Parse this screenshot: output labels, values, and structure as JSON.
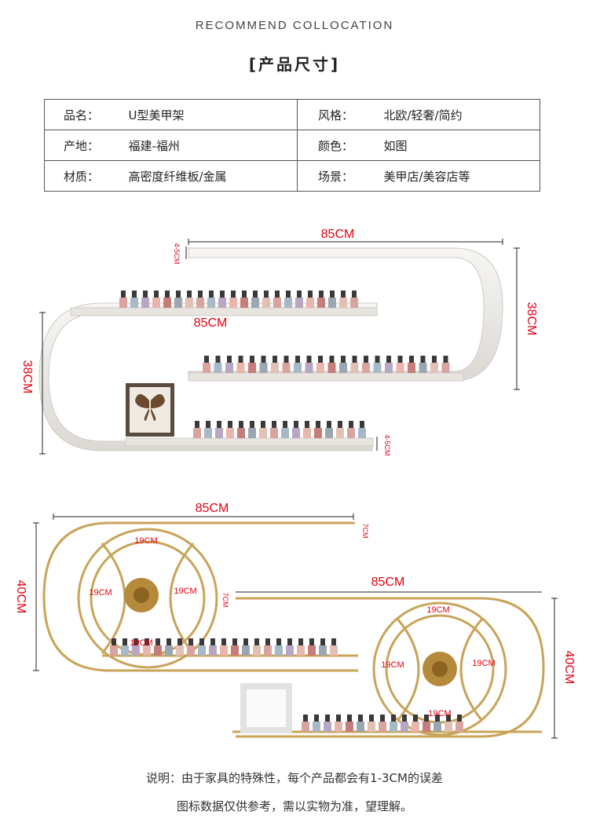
{
  "header": {
    "eyebrow": "RECOMMEND COLLOCATION",
    "title": "[产品尺寸]"
  },
  "spec_table": {
    "rows": [
      {
        "k1": "品名：",
        "v1": "U型美甲架",
        "k2": "风格：",
        "v2": "北欧/轻奢/简约"
      },
      {
        "k1": "产地：",
        "v1": "福建-福州",
        "k2": "颜色：",
        "v2": "如图"
      },
      {
        "k1": "材质：",
        "v1": "高密度纤维板/金属",
        "k2": "场景：",
        "v2": "美甲店/美容店等"
      }
    ]
  },
  "diagram_white": {
    "top_width": "85CM",
    "mid_width": "85CM",
    "right_height": "38CM",
    "left_height": "38CM",
    "top_thickness": "4-5CM",
    "bottom_thickness": "4-5CM"
  },
  "diagram_gold": {
    "left_width": "85CM",
    "left_height": "40CM",
    "left_rail": "7CM",
    "left_circle_top": "19CM",
    "left_circle_left": "19CM",
    "left_circle_right": "19CM",
    "left_circle_bottom": "19CM",
    "right_width": "85CM",
    "right_height": "40CM",
    "right_rail": "7CM",
    "right_circle_top": "19CM",
    "right_circle_left": "19CM",
    "right_circle_right": "19CM",
    "right_circle_bottom": "19CM"
  },
  "notes": {
    "line1": "说明：由于家具的特殊性，每个产品都会有1-3CM的误差",
    "line2": "图标数据仅供参考，需以实物为准，望理解。"
  },
  "colors": {
    "dimension_red": "#e60012",
    "gold": "#c9a45a",
    "shelf_white": "#f1efec"
  }
}
